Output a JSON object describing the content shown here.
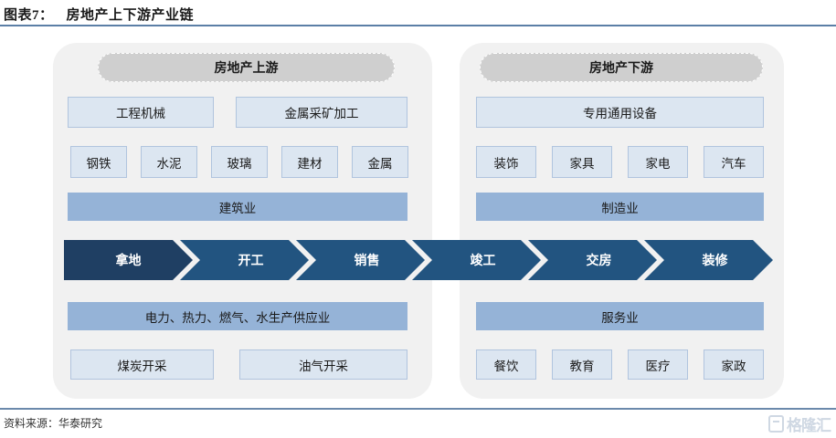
{
  "figure": {
    "label": "图表7：",
    "title": "房地产上下游产业链"
  },
  "footer": {
    "source": "资料来源：华泰研究",
    "watermark": "格隆汇"
  },
  "colors": {
    "panel_bg": "#f1f1f1",
    "panel_head": "#cfcfcf",
    "box_light_fill": "#dce6f1",
    "box_light_border": "#b0c4de",
    "box_mid_fill": "#95b3d7",
    "chevron_first": "#1f3f63",
    "chevron_rest": "#225480",
    "rule": "#5b7fa6"
  },
  "upstream": {
    "header": "房地产上游",
    "row1": [
      "工程机械",
      "金属采矿加工"
    ],
    "row2": [
      "钢铁",
      "水泥",
      "玻璃",
      "建材",
      "金属"
    ],
    "bar_top": "建筑业",
    "bar_bottom": "电力、热力、燃气、水生产供应业",
    "row4": [
      "煤炭开采",
      "油气开采"
    ]
  },
  "downstream": {
    "header": "房地产下游",
    "row1": [
      "专用通用设备"
    ],
    "row2": [
      "装饰",
      "家具",
      "家电",
      "汽车"
    ],
    "bar_top": "制造业",
    "bar_bottom": "服务业",
    "row4": [
      "餐饮",
      "教育",
      "医疗",
      "家政"
    ]
  },
  "flow": {
    "steps": [
      "拿地",
      "开工",
      "销售",
      "竣工",
      "交房",
      "装修"
    ]
  }
}
